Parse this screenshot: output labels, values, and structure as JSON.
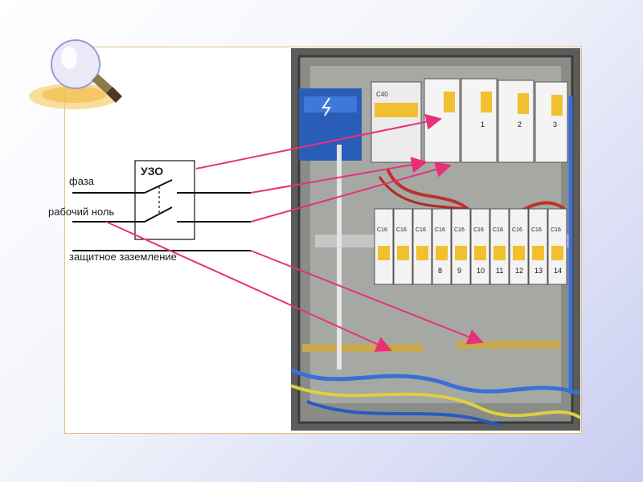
{
  "diagram": {
    "labels": {
      "uzo": "УЗО",
      "phase": "фаза",
      "neutral": "рабочий ноль",
      "ground": "защитное заземление"
    },
    "breaker_markings": {
      "main": "C40",
      "rows": [
        "C16",
        "C16",
        "C16",
        "C16",
        "C16",
        "C16",
        "C16",
        "C16",
        "C16",
        "C16"
      ],
      "numbers_top": [
        "1",
        "2",
        "3"
      ],
      "numbers_bottom": [
        "8",
        "9",
        "10",
        "11",
        "12",
        "13",
        "14"
      ]
    }
  },
  "colors": {
    "arrow": "#e8307a",
    "wire_line": "#000000",
    "panel_border": "#e0c080",
    "photo_bg": "#5a5a58"
  }
}
